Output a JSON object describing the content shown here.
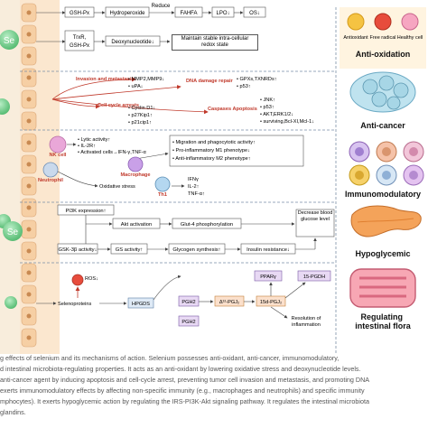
{
  "se_label": "Se",
  "legend": {
    "antioxidant": "Antioxidant",
    "free_radical": "Free radical",
    "healthy_cell": "Healthy cell"
  },
  "oxidation": {
    "gsh_px": "GSH-Px",
    "hydroperoxide": "Hydroperoxide",
    "reduce": "Reduce",
    "fahfa": "FAHFA",
    "lpo": "LPO↓",
    "os": "OS↓",
    "trxr": "TrxR,",
    "gsh_px2": "GSH-Px",
    "deoxynucleotide": "Deoxynucleotide↓",
    "redox": "Maintain stable intra-cellular redox state",
    "title": "Anti-oxidation"
  },
  "cancer": {
    "invasion": "Invasion and metastasis",
    "mmp": "• MMP2,MMP9↓",
    "upa": "• uPA↓",
    "dna": "DNA damage repair",
    "gpx": "• GPXs,TXNRDs↑",
    "p53": "• p53↑",
    "cell_cycle": "Cell cycle arrests",
    "cyclin": "• Cyclin D1↓",
    "p27": "• p27Kip1↑",
    "p21": "• p21cip1↑",
    "caspases": "Caspases Apoptosis",
    "jnk": "• JNK↑",
    "p53b": "• p53↑",
    "akt": "• AKT,ERK1/2↓",
    "surv": "• surviving,Bcl-XI,Mcl-1↓",
    "title": "Anti-cancer"
  },
  "immune": {
    "nk": "NK cell",
    "lytic": "• Lytic activity↑",
    "il2r": "• IL-2R↑",
    "activated": "• Activated cells→IFN-γ,TNF-α",
    "migration": "• Migration and phagocytotic activity↑",
    "pro": "• Pro-inflammatory M1 phenotype↓",
    "anti": "• Anti-inflammatory M2 phenotype↑",
    "macrophage": "Macrophage",
    "neutrophil": "Neutrophil",
    "oxidative": "Oxidative stress",
    "th1": "Th1",
    "ifn": "IFNγ",
    "il2": "IL-2↑",
    "tnf": "TNF-α↑",
    "title": "Immunomodulatory"
  },
  "glycemic": {
    "pi3k": "PI3K expression↑",
    "akt": "Akt activation",
    "glut4": "Glut-4 phosphorylation",
    "decrease": "Decrease blood glucose level",
    "gsk": "GSK-3β activity↓",
    "gs": "GS activity↑",
    "glycogen": "Glycogen synthesis↑",
    "insulin": "Insulin resistance↓",
    "title": "Hypoglycemic"
  },
  "flora": {
    "ros": "ROS↓",
    "selenoproteins": "Selenoproteins",
    "hpgds": "HPGDS",
    "pgh2": "PGH2",
    "pgh2b": "PGH2",
    "ppar": "PPARγ",
    "pgdh": "15-PGDH",
    "pgj2": "Δ¹²-PGJ₂",
    "dpgj2": "15d-PGJ₂",
    "resolution": "Resolution of inflammation",
    "title": "Regulating intestinal flora"
  },
  "caption": [
    "g effects of selenium and its mechanisms of action. Selenium possesses anti-oxidant, anti-cancer, immunomodulatory,",
    "d intestinal microbiota-regulating properties. It acts as an anti-oxidant by lowering oxidative stress and deoxynucleotide levels.",
    "anti-cancer agent by inducing apoptosis and cell-cycle arrest, preventing tumor cell invasion and metastasis, and promoting DNA",
    "exerts immunomodulatory effects by affecting non-specific immunity (e.g., macrophages and neutrophils) and specific immunity",
    "mphocytes). It exerts hypoglycemic action by regulating the IRS-PI3K-Akt signaling pathway. It regulates the intestinal microbiota",
    "glandins."
  ]
}
